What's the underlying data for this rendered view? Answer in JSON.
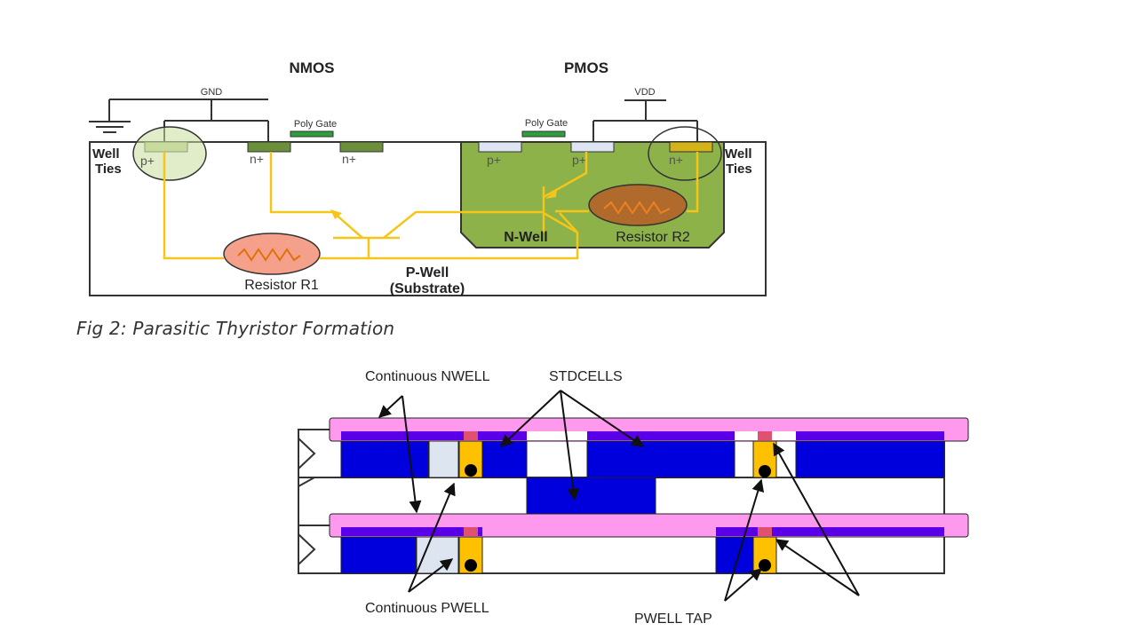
{
  "figure1": {
    "nmos_label": "NMOS",
    "pmos_label": "PMOS",
    "gnd_label": "GND",
    "vdd_label": "VDD",
    "poly_gate_left": "Poly Gate",
    "poly_gate_right": "Poly Gate",
    "well_ties_left_1": "Well",
    "well_ties_left_2": "Ties",
    "well_ties_right_1": "Well",
    "well_ties_right_2": "Ties",
    "p_plus_left": "p+",
    "n_plus_nmos_1": "n+",
    "n_plus_nmos_2": "n+",
    "p_plus_pmos_1": "p+",
    "p_plus_pmos_2": "p+",
    "n_plus_right": "n+",
    "nwell_label": "N-Well",
    "resistor_r2": "Resistor R2",
    "resistor_r1": "Resistor R1",
    "pwell_line1": "P-Well",
    "pwell_line2": "(Substrate)",
    "colors": {
      "nwell_fill": "#8db24a",
      "wire": "#f5c518",
      "poly": "#2e9e3e",
      "r1_fill": "#f4a08a",
      "r2_fill": "#b06a2b"
    }
  },
  "caption": "Fig 2: Parasitic Thyristor Formation",
  "figure2": {
    "continuous_nwell": "Continuous  NWELL",
    "stdcells": "STDCELLS",
    "continuous_pwell": "Continuous  PWELL",
    "pwell_tap": "PWELL TAP",
    "colors": {
      "rail": "#ff99ee",
      "cell": "#0000dd",
      "tap": "#ffc000",
      "pwell": "#dde6f0"
    }
  }
}
